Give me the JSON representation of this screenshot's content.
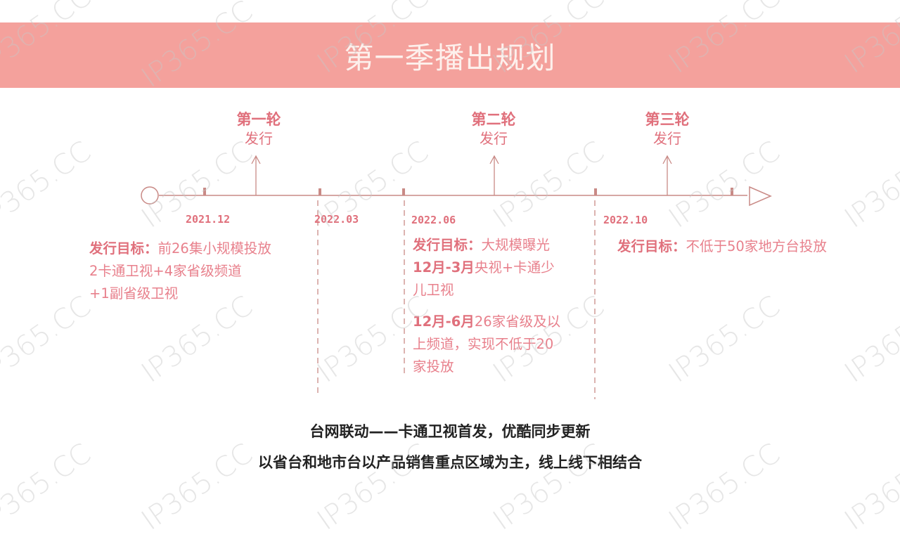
{
  "header": {
    "title": "第一季播出规划",
    "banner_color": "#f4a19c"
  },
  "timeline": {
    "line_color": "#c98a86",
    "rounds": [
      {
        "title": "第一轮",
        "subtitle": "发行"
      },
      {
        "title": "第二轮",
        "subtitle": "发行"
      },
      {
        "title": "第三轮",
        "subtitle": "发行"
      }
    ],
    "dates": [
      "2021.12",
      "2022.03",
      "2022.06",
      "2022.10"
    ]
  },
  "goals": {
    "first": {
      "label": "发行目标：",
      "text": "前26集小规模投放",
      "line2": "2卡通卫视+4家省级频道",
      "line3": "+1副省级卫视"
    },
    "second": {
      "label": "发行目标：",
      "text": "大规模曝光",
      "p1_bold": "12月-3月",
      "p1_text": "央视+卡通少",
      "p1_line2": "儿卫视",
      "p2_bold": "12月-6月",
      "p2_text": "26家省级及以",
      "p2_line2": "上频道，实现不低于20",
      "p2_line3": "家投放"
    },
    "third": {
      "label": "发行目标：",
      "text": "不低于50家地方台投放"
    }
  },
  "footer": {
    "line1": "台网联动——卡通卫视首发，优酷同步更新",
    "line2": "以省台和地市台以产品销售重点区域为主，线上线下相结合"
  },
  "watermark": {
    "text": "IP365.CC"
  },
  "colors": {
    "accent": "#e0707c",
    "text_dark": "#222222"
  }
}
